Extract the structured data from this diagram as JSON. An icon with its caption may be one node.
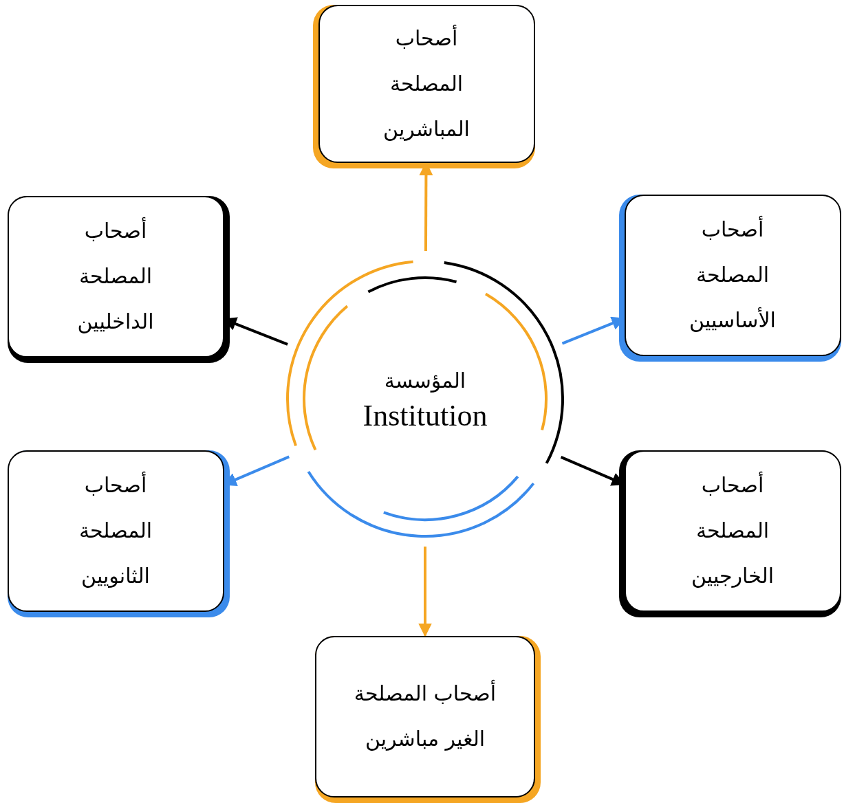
{
  "diagram": {
    "nodes": [
      {
        "text": [
          "أصحاب المصلحة المباشرين"
        ]
      },
      {
        "text": [
          "أصحاب المصلحة الداخليين"
        ]
      },
      {
        "text": [
          "أصحاب المصلحة الأساسيين"
        ]
      },
      {
        "text": [
          "المؤسسة",
          "Institution"
        ]
      },
      {
        "text": [
          "أصحاب المصلحة الثانويين"
        ]
      },
      {
        "text": [
          "أصحاب المصلحة الخارجيين"
        ]
      },
      {
        "text": [
          "أصحاب المصلحة الغير مباشرين"
        ]
      }
    ],
    "edges": [
      {
        "from": 3,
        "to": 0,
        "arrow": "to",
        "color": "#f5a623"
      },
      {
        "from": 3,
        "to": 1,
        "arrow": "to",
        "color": "#000000"
      },
      {
        "from": 3,
        "to": 2,
        "arrow": "to",
        "color": "#3b8beb"
      },
      {
        "from": 3,
        "to": 4,
        "arrow": "to",
        "color": "#3b8beb"
      },
      {
        "from": 3,
        "to": 5,
        "arrow": "to",
        "color": "#000000"
      },
      {
        "from": 3,
        "to": 6,
        "arrow": "to",
        "color": "#f5a623"
      }
    ]
  }
}
